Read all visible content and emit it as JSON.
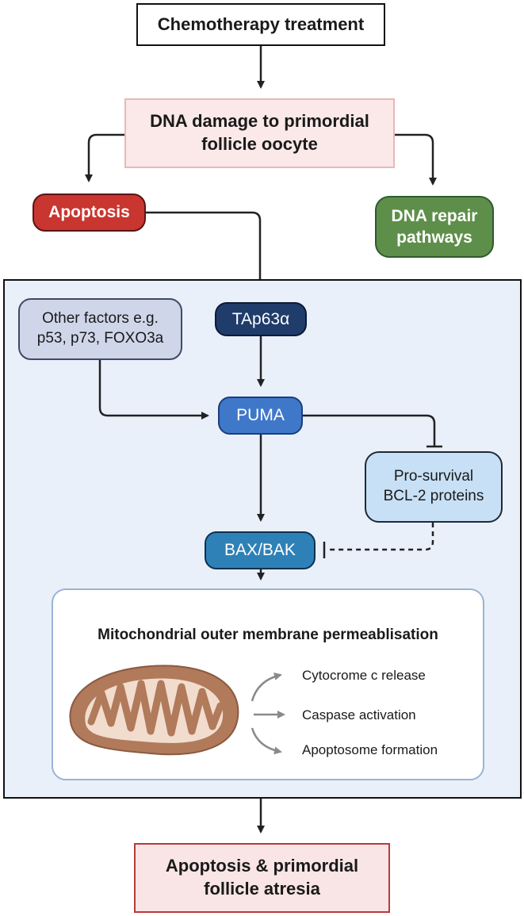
{
  "nodes": {
    "chemo": "Chemotherapy treatment",
    "dna_damage": [
      "DNA damage to primordial",
      "follicle oocyte"
    ],
    "apoptosis": "Apoptosis",
    "dna_repair": [
      "DNA repair",
      "pathways"
    ],
    "other_factors": [
      "Other factors e.g.",
      "p53, p73, FOXO3a"
    ],
    "tap63": "TAp63α",
    "puma": "PUMA",
    "bcl2": [
      "Pro-survival",
      "BCL-2 proteins"
    ],
    "baxbak": "BAX/BAK",
    "final": [
      "Apoptosis & primordial",
      "follicle atresia"
    ]
  },
  "momp": {
    "title": "Mitochondrial outer membrane permeablisation",
    "outcomes": [
      "Cytocrome c release",
      "Caspase activation",
      "Apoptosome formation"
    ]
  },
  "colors": {
    "panel_bg": "#e9f0fa",
    "apoptosis": "#c9352f",
    "dna_repair": "#5e8f4a",
    "tap63": "#1f3c6b",
    "puma": "#3f78c9",
    "baxbak": "#2e81b7",
    "bcl2": "#c8e0f5",
    "mitochondrion": "#b07a5b"
  },
  "icons": {
    "mitochondrion": "mitochondrion-icon"
  }
}
